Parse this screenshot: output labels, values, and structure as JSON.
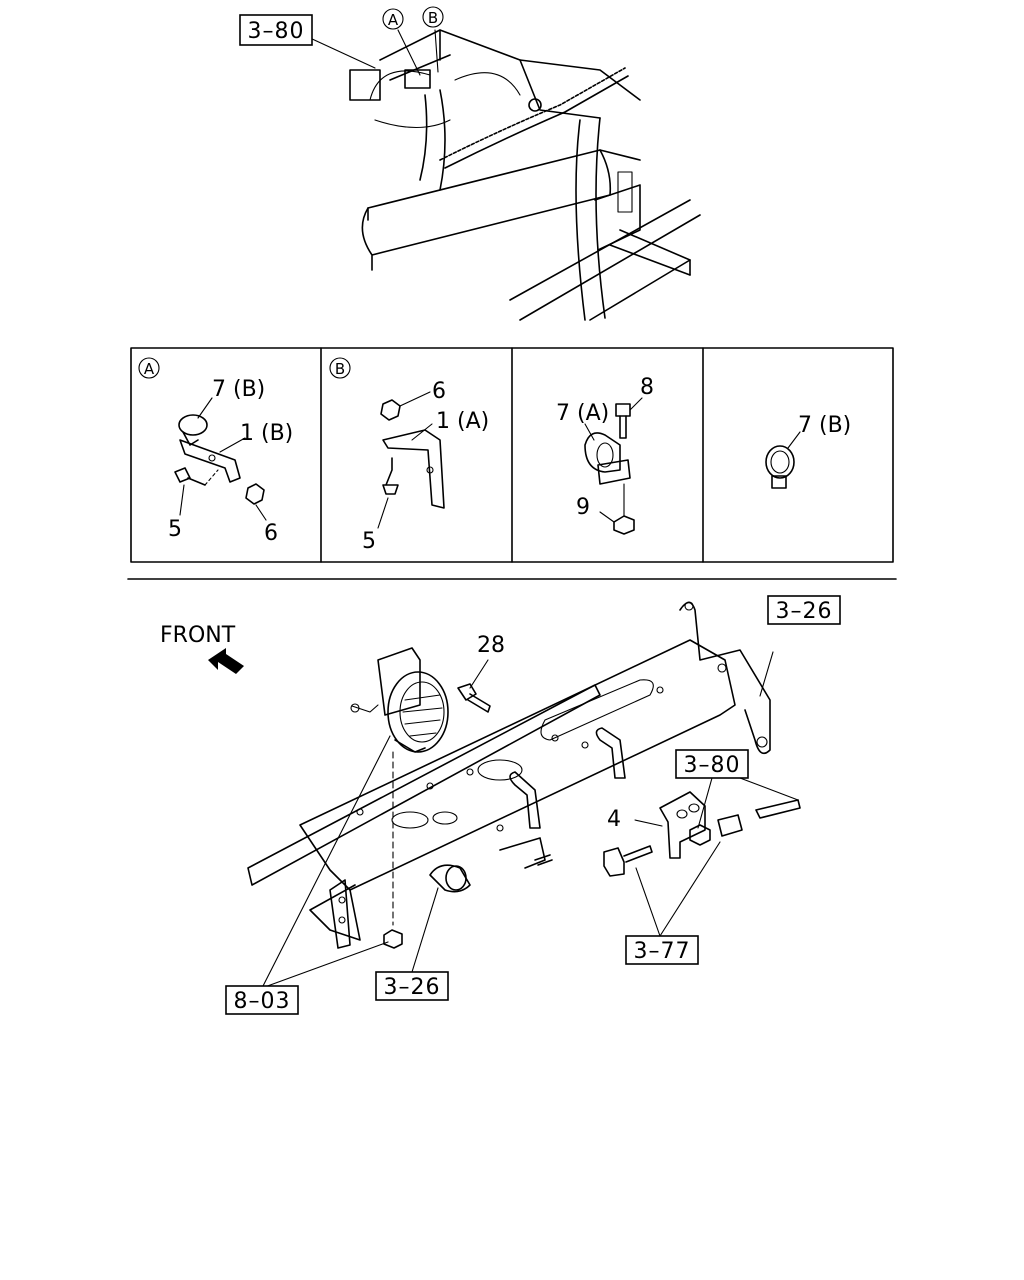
{
  "top_view": {
    "ref_label": "3–80",
    "callout_a": "A",
    "callout_b": "B"
  },
  "details": [
    {
      "id": "A",
      "labels": [
        "7 (B)",
        "1 (B)",
        "5",
        "6"
      ]
    },
    {
      "id": "B",
      "labels": [
        "6",
        "1 (A)",
        "5"
      ]
    },
    {
      "id": "",
      "labels": [
        "7 (A)",
        "8",
        "9"
      ]
    },
    {
      "id": "",
      "labels": [
        "7 (B)"
      ]
    }
  ],
  "bottom_view": {
    "front_label": "FRONT",
    "part_28": "28",
    "part_4": "4",
    "refs": {
      "ref_3_26_top": "3–26",
      "ref_3_80": "3–80",
      "ref_3_77": "3–77",
      "ref_8_03": "8–03",
      "ref_3_26_bottom": "3–26"
    }
  }
}
